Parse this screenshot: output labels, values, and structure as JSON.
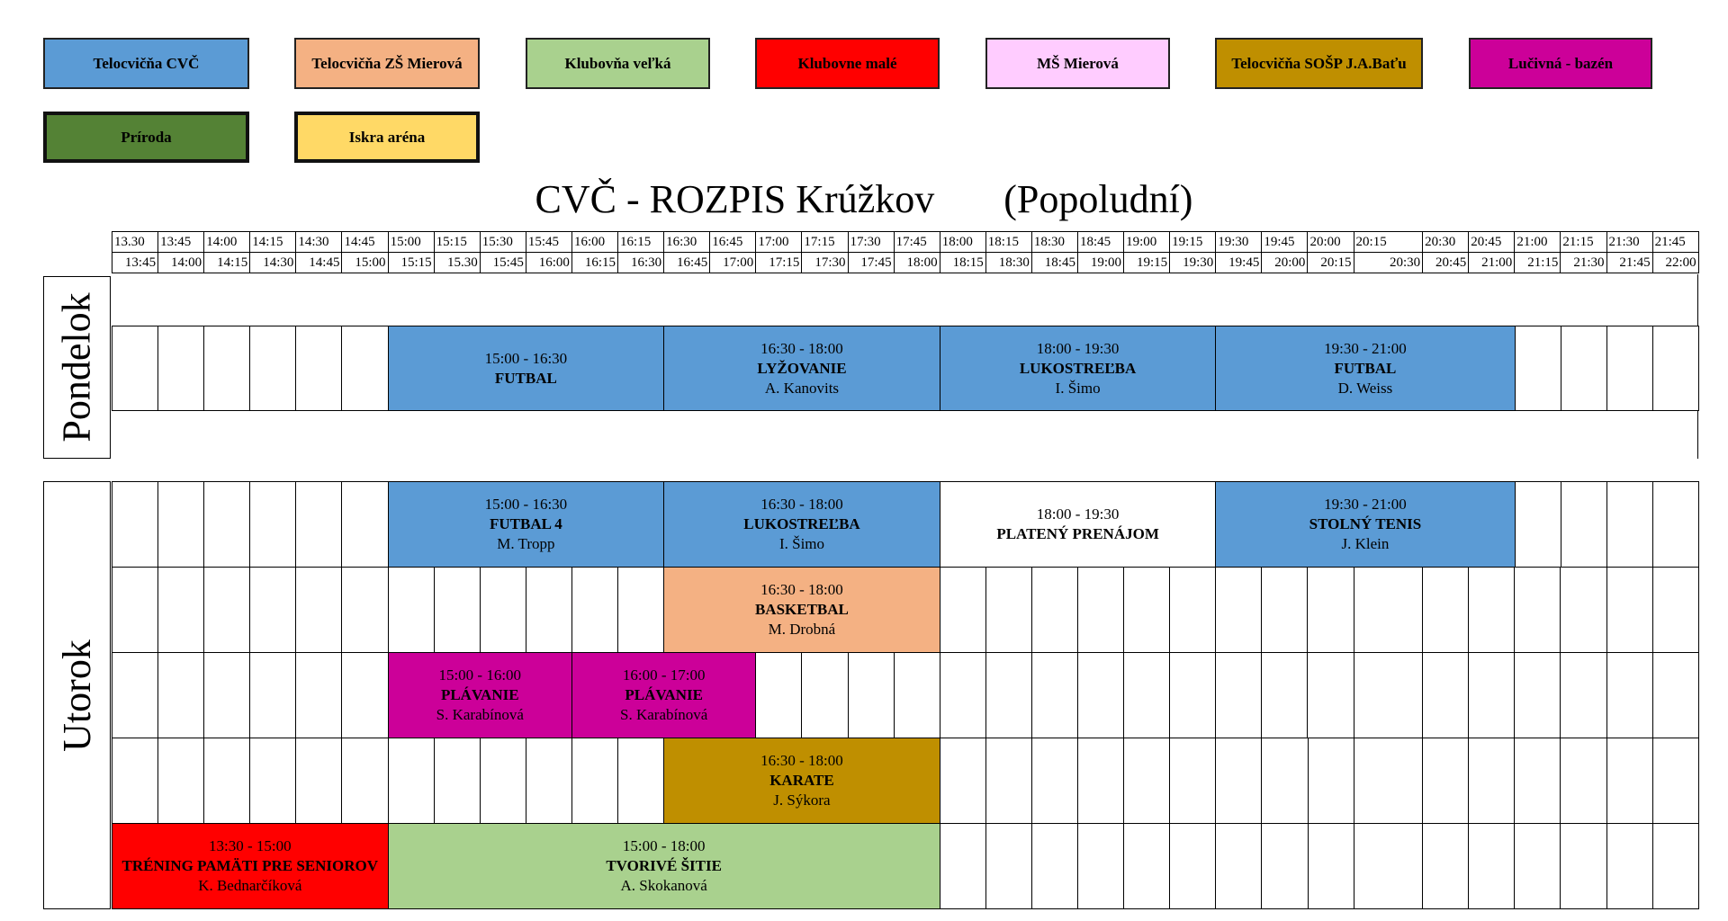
{
  "legend": [
    {
      "label": "Telocvičňa CVČ",
      "key": "cvc",
      "color": "#5b9bd5"
    },
    {
      "label": "Telocvičňa ZŠ Mierová",
      "key": "zs",
      "color": "#f4b183"
    },
    {
      "label": "Klubovňa veľká",
      "key": "kv",
      "color": "#a9d18e"
    },
    {
      "label": "Klubovne malé",
      "key": "km",
      "color": "#ff0000"
    },
    {
      "label": "MŠ Mierová",
      "key": "ms",
      "color": "#ffccff"
    },
    {
      "label": "Telocvičňa SOŠP J.A.Baťu",
      "key": "sosp",
      "color": "#bf8f00"
    },
    {
      "label": "Lučivná - bazén",
      "key": "baz",
      "color": "#cc0099"
    },
    {
      "label": "Príroda",
      "key": "pri",
      "color": "#548235"
    },
    {
      "label": "Iskra aréna",
      "key": "isk",
      "color": "#ffd966"
    }
  ],
  "title": "CVČ - ROZPIS Krúžkov       (Popoludní)",
  "times_start": [
    "13.30",
    "13:45",
    "14:00",
    "14:15",
    "14:30",
    "14:45",
    "15:00",
    "15:15",
    "15:30",
    "15:45",
    "16:00",
    "16:15",
    "16:30",
    "16:45",
    "17:00",
    "17:15",
    "17:30",
    "17:45",
    "18:00",
    "18:15",
    "18:30",
    "18:45",
    "19:00",
    "19:15",
    "19:30",
    "19:45",
    "20:00",
    "20:15",
    "20:30",
    "20:45",
    "21:00",
    "21:15",
    "21:30",
    "21:45"
  ],
  "times_end": [
    "13:45",
    "14:00",
    "14:15",
    "14:30",
    "14:45",
    "15:00",
    "15:15",
    "15.30",
    "15:45",
    "16:00",
    "16:15",
    "16:30",
    "16:45",
    "17:00",
    "17:15",
    "17:30",
    "17:45",
    "18:00",
    "18:15",
    "18:30",
    "18:45",
    "19:00",
    "19:15",
    "19:30",
    "19:45",
    "20:00",
    "20:15",
    "20:30",
    "20:45",
    "21:00",
    "21:15",
    "21:30",
    "21:45",
    "22:00"
  ],
  "days": [
    {
      "name": "Pondelok",
      "rows": [
        [
          {
            "from": "15:00",
            "to": "16:30",
            "time": "15:00 - 16:30",
            "name": "FUTBAL",
            "leader": "",
            "loc": "cvc"
          },
          {
            "from": "16:30",
            "to": "18:00",
            "time": "16:30 - 18:00",
            "name": "LYŽOVANIE",
            "leader": "A. Kanovits",
            "loc": "cvc"
          },
          {
            "from": "18:00",
            "to": "19:30",
            "time": "18:00 - 19:30",
            "name": "LUKOSTREĽBA",
            "leader": "I. Šimo",
            "loc": "cvc"
          },
          {
            "from": "19:30",
            "to": "21:00",
            "time": "19:30 - 21:00",
            "name": "FUTBAL",
            "leader": "D. Weiss",
            "loc": "cvc"
          }
        ]
      ]
    },
    {
      "name": "Utorok",
      "rows": [
        [
          {
            "from": "15:00",
            "to": "16:30",
            "time": "15:00 - 16:30",
            "name": "FUTBAL 4",
            "leader": "M. Tropp",
            "loc": "cvc"
          },
          {
            "from": "16:30",
            "to": "18:00",
            "time": "16:30 - 18:00",
            "name": "LUKOSTREĽBA",
            "leader": "I. Šimo",
            "loc": "cvc"
          },
          {
            "from": "18:00",
            "to": "19:30",
            "time": "18:00 - 19:30",
            "name": "PLATENÝ PRENÁJOM",
            "leader": "",
            "loc": ""
          },
          {
            "from": "19:30",
            "to": "21:00",
            "time": "19:30 - 21:00",
            "name": "STOLNÝ TENIS",
            "leader": "J. Klein",
            "loc": "cvc"
          }
        ],
        [
          {
            "from": "16:30",
            "to": "18:00",
            "time": "16:30 - 18:00",
            "name": "BASKETBAL",
            "leader": "M. Drobná",
            "loc": "zs"
          }
        ],
        [
          {
            "from": "15:00",
            "to": "16:00",
            "time": "15:00 - 16:00",
            "name": "PLÁVANIE",
            "leader": "S. Karabínová",
            "loc": "baz"
          },
          {
            "from": "16:00",
            "to": "17:00",
            "time": "16:00 - 17:00",
            "name": "PLÁVANIE",
            "leader": "S. Karabínová",
            "loc": "baz"
          }
        ],
        [
          {
            "from": "16:30",
            "to": "18:00",
            "time": "16:30 - 18:00",
            "name": "KARATE",
            "leader": "J. Sýkora",
            "loc": "sosp"
          }
        ],
        [
          {
            "from": "13:30",
            "to": "15:00",
            "time": "13:30 - 15:00",
            "name": "TRÉNING PAMÄTI PRE SENIOROV",
            "leader": "K. Bednarčíková",
            "loc": "km"
          },
          {
            "from": "15:00",
            "to": "18:00",
            "time": "15:00 - 18:00",
            "name": "TVORIVÉ ŠITIE",
            "leader": "A. Skokanová",
            "loc": "kv"
          }
        ]
      ]
    }
  ]
}
